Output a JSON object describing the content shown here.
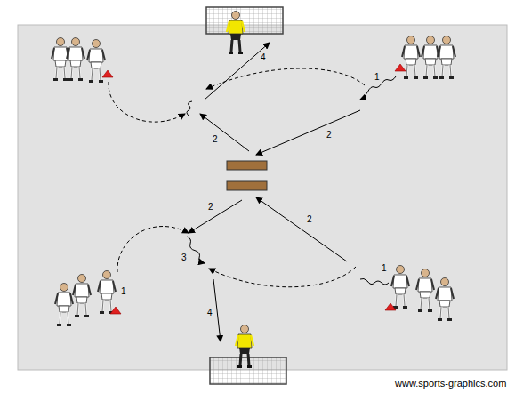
{
  "diagram": {
    "labels": [
      "4",
      "1",
      "2",
      "2",
      "2",
      "2",
      "1",
      "3",
      "1",
      "4",
      "www.sports-graphics.com"
    ]
  }
}
